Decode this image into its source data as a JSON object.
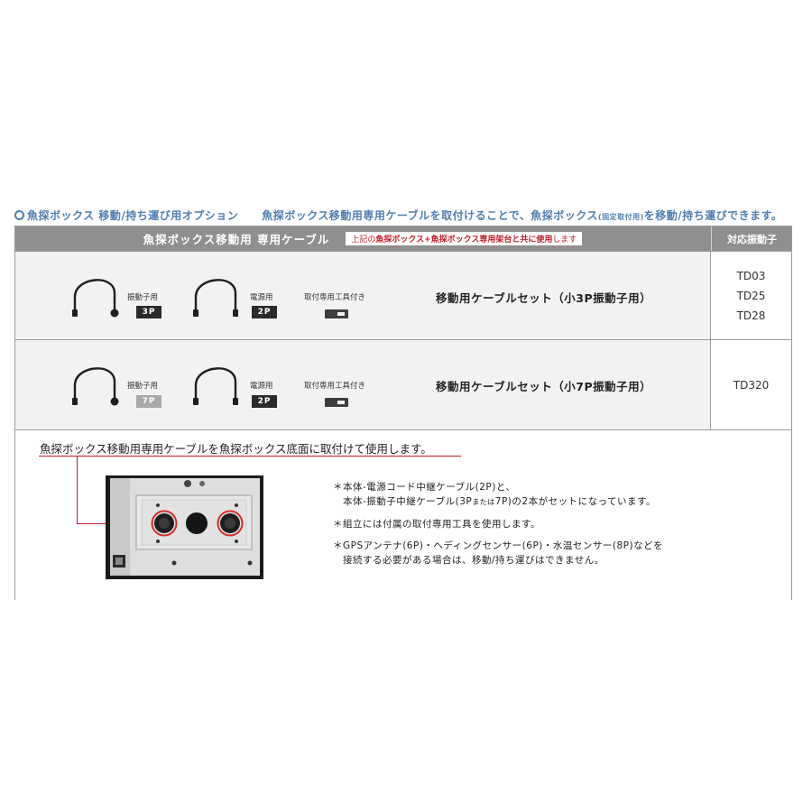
{
  "heading": {
    "title": "魚探ボックス 移動/持ち運び用オプション",
    "desc_a": "魚探ボックス移動用専用ケーブルを取付けることで、魚探ボックス",
    "desc_small": "(固定取付用)",
    "desc_b": "を移動/持ち運びできます。"
  },
  "table": {
    "header": {
      "title": "魚探ボックス移動用 専用ケーブル",
      "note_a": "上記の",
      "note_b": "魚探ボックス+魚探ボックス専用架台と共に使用",
      "note_c": "します",
      "side": "対応振動子"
    },
    "rows": [
      {
        "transducer_label": "振動子用",
        "transducer_badge": "3P",
        "power_label": "電源用",
        "power_badge": "2P",
        "tool_label": "取付専用工具付き",
        "product": "移動用ケーブルセット（小3P振動子用）",
        "models": [
          "TD03",
          "TD25",
          "TD28"
        ]
      },
      {
        "transducer_label": "振動子用",
        "transducer_badge": "7P",
        "power_label": "電源用",
        "power_badge": "2P",
        "tool_label": "取付専用工具付き",
        "product": "移動用ケーブルセット（小7P振動子用）",
        "models": [
          "TD320"
        ]
      }
    ],
    "install_text": "魚探ボックス移動用専用ケーブルを魚探ボックス底面に取付けて使用します。",
    "notes": {
      "n1_a": "＊本体-電源コード中継ケーブル(2P)と、",
      "n1_b": "本体-振動子中継ケーブル(3P",
      "n1_small": "または",
      "n1_c": "7P)の2本がセットになっています。",
      "n2": "＊組立には付属の取付専用工具を使用します。",
      "n3_a": "＊GPSアンテナ(6P)・ヘディングセンサー(6P)・水温センサー(8P)などを",
      "n3_b": "接続する必要がある場合は、移動/持ち運びはできません。"
    }
  },
  "colors": {
    "accent_blue": "#4f7fb0",
    "header_gray": "#8f8f8f",
    "accent_red": "#c21d2b"
  }
}
